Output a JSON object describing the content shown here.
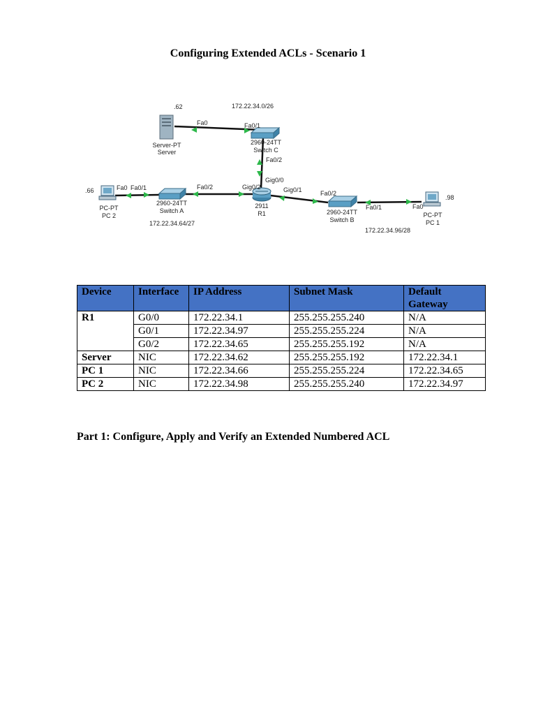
{
  "page": {
    "title": "Configuring Extended ACLs - Scenario 1",
    "part1_heading": "Part 1: Configure, Apply and Verify an Extended Numbered ACL"
  },
  "topology": {
    "labels": {
      "server_ip": ".62",
      "server_model": "Server-PT",
      "server_name": "Server",
      "server_if": "Fa0",
      "net_top": "172.22.34.0/26",
      "swc_if1": "Fa0/1",
      "swc_model": "2960-24TT",
      "swc_name": "Switch C",
      "swc_if2": "Fa0/2",
      "r1_gig00": "Gig0/0",
      "r1_gig02": "Gig0/2",
      "r1_gig01": "Gig0/1",
      "r1_model": "2911",
      "r1_name": "R1",
      "pc2_ip": ".66",
      "pc2_if": "Fa0",
      "pc2_model": "PC-PT",
      "pc2_name": "PC 2",
      "swa_if1": "Fa0/1",
      "swa_if2": "Fa0/2",
      "swa_model": "2960-24TT",
      "swa_name": "Switch A",
      "net_a": "172.22.34.64/27",
      "swb_if2": "Fa0/2",
      "swb_if1": "Fa0/1",
      "swb_model": "2960-24TT",
      "swb_name": "Switch B",
      "net_b": "172.22.34.96/28",
      "pc1_if": "Fa0",
      "pc1_ip": ".98",
      "pc1_model": "PC-PT",
      "pc1_name": "PC 1"
    }
  },
  "table": {
    "headers": [
      "Device",
      "Interface",
      "IP Address",
      "Subnet Mask",
      "Default Gateway"
    ],
    "rows": [
      [
        "R1",
        "G0/0",
        "172.22.34.1",
        "255.255.255.240",
        "N/A"
      ],
      [
        "",
        "G0/1",
        "172.22.34.97",
        "255.255.255.224",
        "N/A"
      ],
      [
        "",
        "G0/2",
        "172.22.34.65",
        "255.255.255.192",
        "N/A"
      ],
      [
        "Server",
        "NIC",
        "172.22.34.62",
        "255.255.255.192",
        "172.22.34.1"
      ],
      [
        "PC 1",
        "NIC",
        "172.22.34.66",
        "255.255.255.224",
        "172.22.34.65"
      ],
      [
        "PC 2",
        "NIC",
        "172.22.34.98",
        "255.255.255.240",
        "172.22.34.97"
      ]
    ]
  },
  "colors": {
    "header_fill": "#4472c4",
    "link": "#111111",
    "link_light": "#2db84a",
    "device_blue": "#5a9fc4"
  }
}
